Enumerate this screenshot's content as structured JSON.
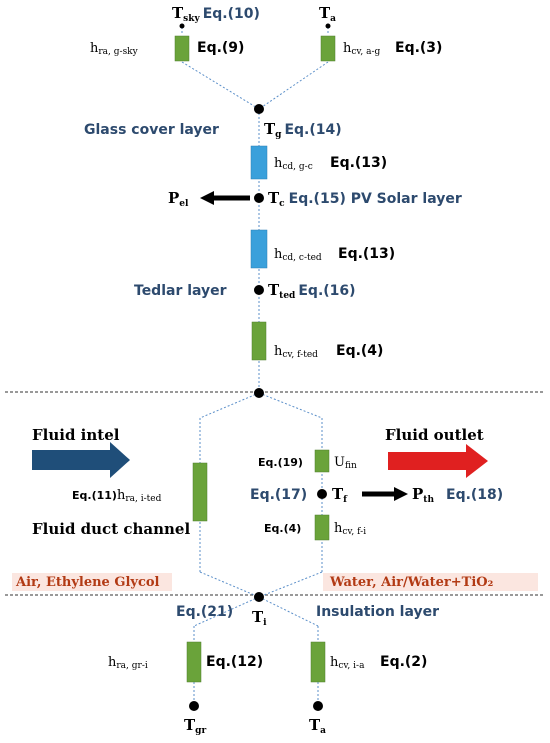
{
  "colors": {
    "wire": "#5b8fc9",
    "green_resistor": "#6aa33a",
    "blue_resistor": "#3aa0db",
    "label_blue": "#2d4a6e",
    "fluid_label_red": "#b23a14",
    "inlet_arrow": "#1f4e79",
    "outlet_arrow": "#e02020"
  },
  "nodes": {
    "t_sky": {
      "base": "T",
      "sub": "sky",
      "eq": "Eq.(10)"
    },
    "t_a_top": {
      "base": "T",
      "sub": "a"
    },
    "t_g": {
      "base": "T",
      "sub": "g",
      "eq": "Eq.(14)"
    },
    "t_c": {
      "base": "T",
      "sub": "c",
      "eq": "Eq.(15) PV Solar layer"
    },
    "t_ted": {
      "base": "T",
      "sub": "ted",
      "eq": "Eq.(16)"
    },
    "t_f": {
      "base": "T",
      "sub": "f",
      "eq_left": "Eq.(17)",
      "eq_right": "Eq.(18)"
    },
    "t_i": {
      "base": "T",
      "sub": "i",
      "eq": "Eq.(21)"
    },
    "t_gr": {
      "base": "T",
      "sub": "gr"
    },
    "t_a_bottom": {
      "base": "T",
      "sub": "a"
    }
  },
  "resistors": {
    "hra_g_sky": {
      "base": "h",
      "sub": "ra, g-sky",
      "eq": "Eq.(9)"
    },
    "hcv_a_g": {
      "base": "h",
      "sub": "cv, a-g",
      "eq": "Eq.(3)"
    },
    "hcd_g_c": {
      "base": "h",
      "sub": "cd, g-c",
      "eq": "Eq.(13)"
    },
    "hcd_c_ted": {
      "base": "h",
      "sub": "cd, c-ted",
      "eq": "Eq.(13)"
    },
    "hcv_f_ted": {
      "base": "h",
      "sub": "cv, f-ted",
      "eq": "Eq.(4)"
    },
    "hra_i_ted": {
      "base": "h",
      "sub": "ra, i-ted",
      "eq": "Eq.(11)"
    },
    "u_fin": {
      "base": "U",
      "sub": "fin",
      "eq": "Eq.(19)"
    },
    "hcv_f_i": {
      "base": "h",
      "sub": "cv, f-i",
      "eq": "Eq.(4)"
    },
    "hra_gr_i": {
      "base": "h",
      "sub": "ra, gr-i",
      "eq": "Eq.(12)"
    },
    "hcv_i_a": {
      "base": "h",
      "sub": "cv, i-a",
      "eq": "Eq.(2)"
    }
  },
  "outputs": {
    "p_el": {
      "base": "P",
      "sub": "el"
    },
    "p_th": {
      "base": "P",
      "sub": "th"
    }
  },
  "layers": {
    "glass": "Glass cover layer",
    "tedlar": "Tedlar layer",
    "duct": "Fluid duct channel",
    "insulation": "Insulation layer"
  },
  "fluid": {
    "inlet": "Fluid intel",
    "outlet": "Fluid outlet",
    "left_fluids": "Air, Ethylene Glycol",
    "right_fluids": "Water, Air/Water+TiO₂"
  }
}
